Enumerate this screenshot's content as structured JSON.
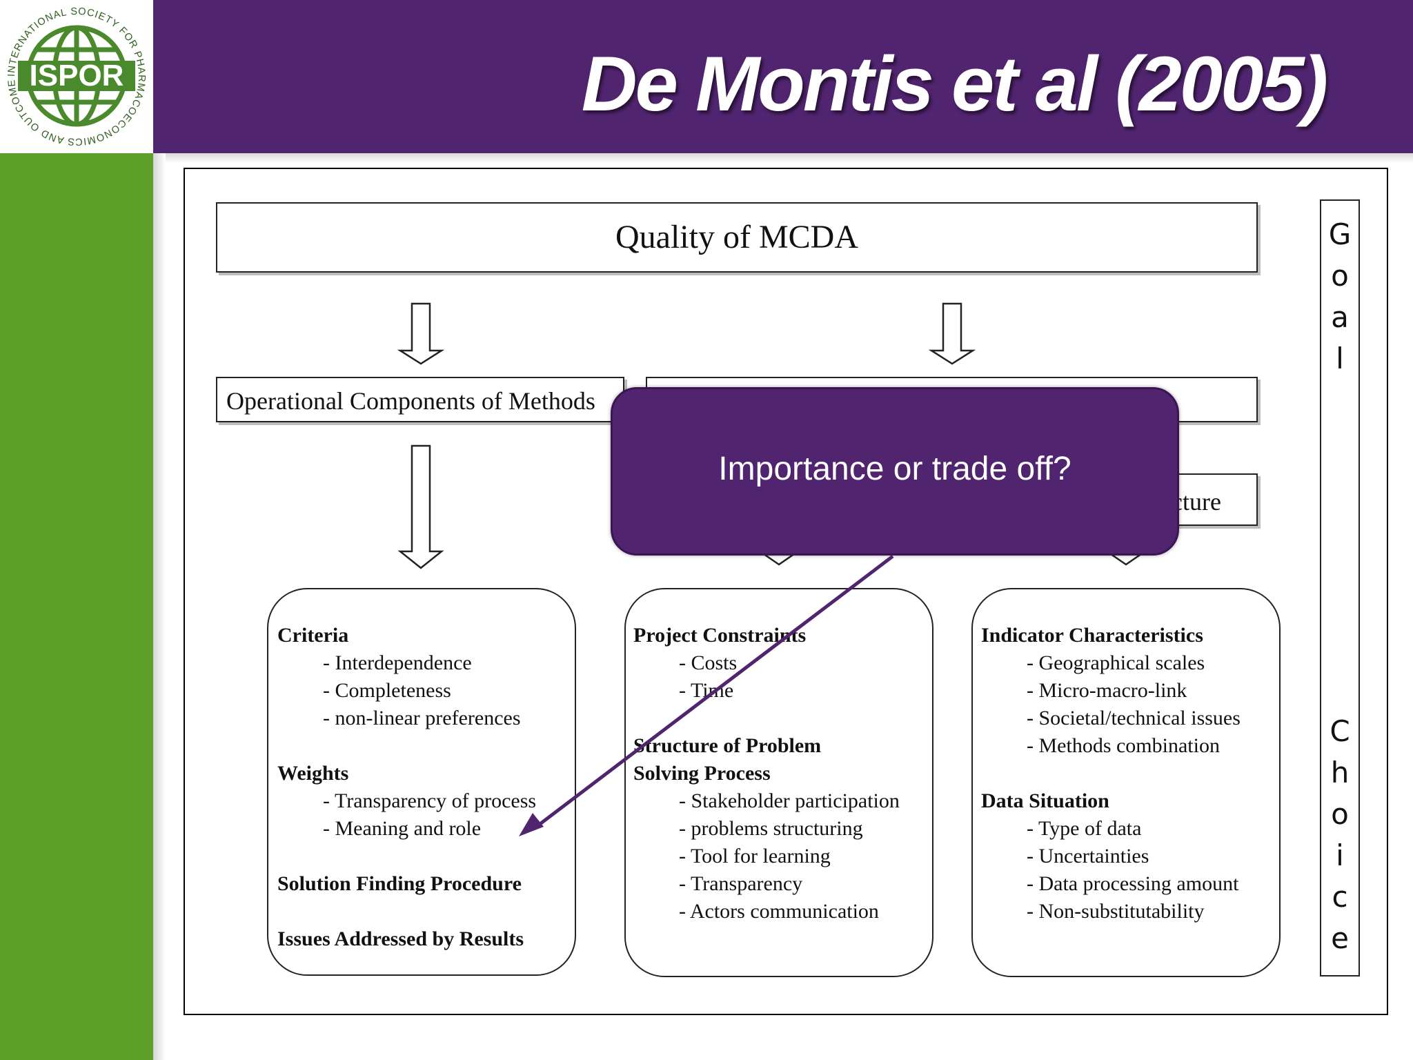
{
  "slide": {
    "title": "De Montis et al (2005)",
    "logo": {
      "text": "ISPOR",
      "ring_text": "INTERNATIONAL SOCIETY FOR PHARMACOECONOMICS AND OUTCOMES RESEARCH"
    },
    "colors": {
      "header": "#512470",
      "sidebar": "#5ea12a",
      "callout": "#512470"
    }
  },
  "diagram": {
    "top_box": "Quality of MCDA",
    "left_box": "Operational Components of Methods",
    "right_box_partial": "cture",
    "callout": "Importance or trade off?",
    "goal_letters": [
      "G",
      "o",
      "a",
      "l"
    ],
    "choice_letters": [
      "C",
      "h",
      "o",
      "i",
      "c",
      "e"
    ],
    "col1": {
      "criteria": "Criteria",
      "criteria_items": [
        "- Interdependence",
        "- Completeness",
        "- non-linear preferences"
      ],
      "weights": "Weights",
      "weights_items": [
        "- Transparency of process",
        "- Meaning and role"
      ],
      "solution": "Solution Finding Procedure",
      "issues": "Issues Addressed by Results"
    },
    "col2": {
      "constraints": "Project Constraints",
      "constraints_items": [
        "- Costs",
        "- Time"
      ],
      "structure": "Structure of Problem",
      "structure2": "Solving Process",
      "structure_items": [
        "- Stakeholder participation",
        "- problems structuring",
        "- Tool for learning",
        "- Transparency",
        "- Actors communication"
      ]
    },
    "col3": {
      "indicator": "Indicator Characteristics",
      "indicator_items": [
        "- Geographical scales",
        "- Micro-macro-link",
        "- Societal/technical issues",
        "- Methods combination"
      ],
      "data": "Data Situation",
      "data_items": [
        "- Type of data",
        "- Uncertainties",
        "- Data processing amount",
        "- Non-substitutability"
      ]
    }
  }
}
